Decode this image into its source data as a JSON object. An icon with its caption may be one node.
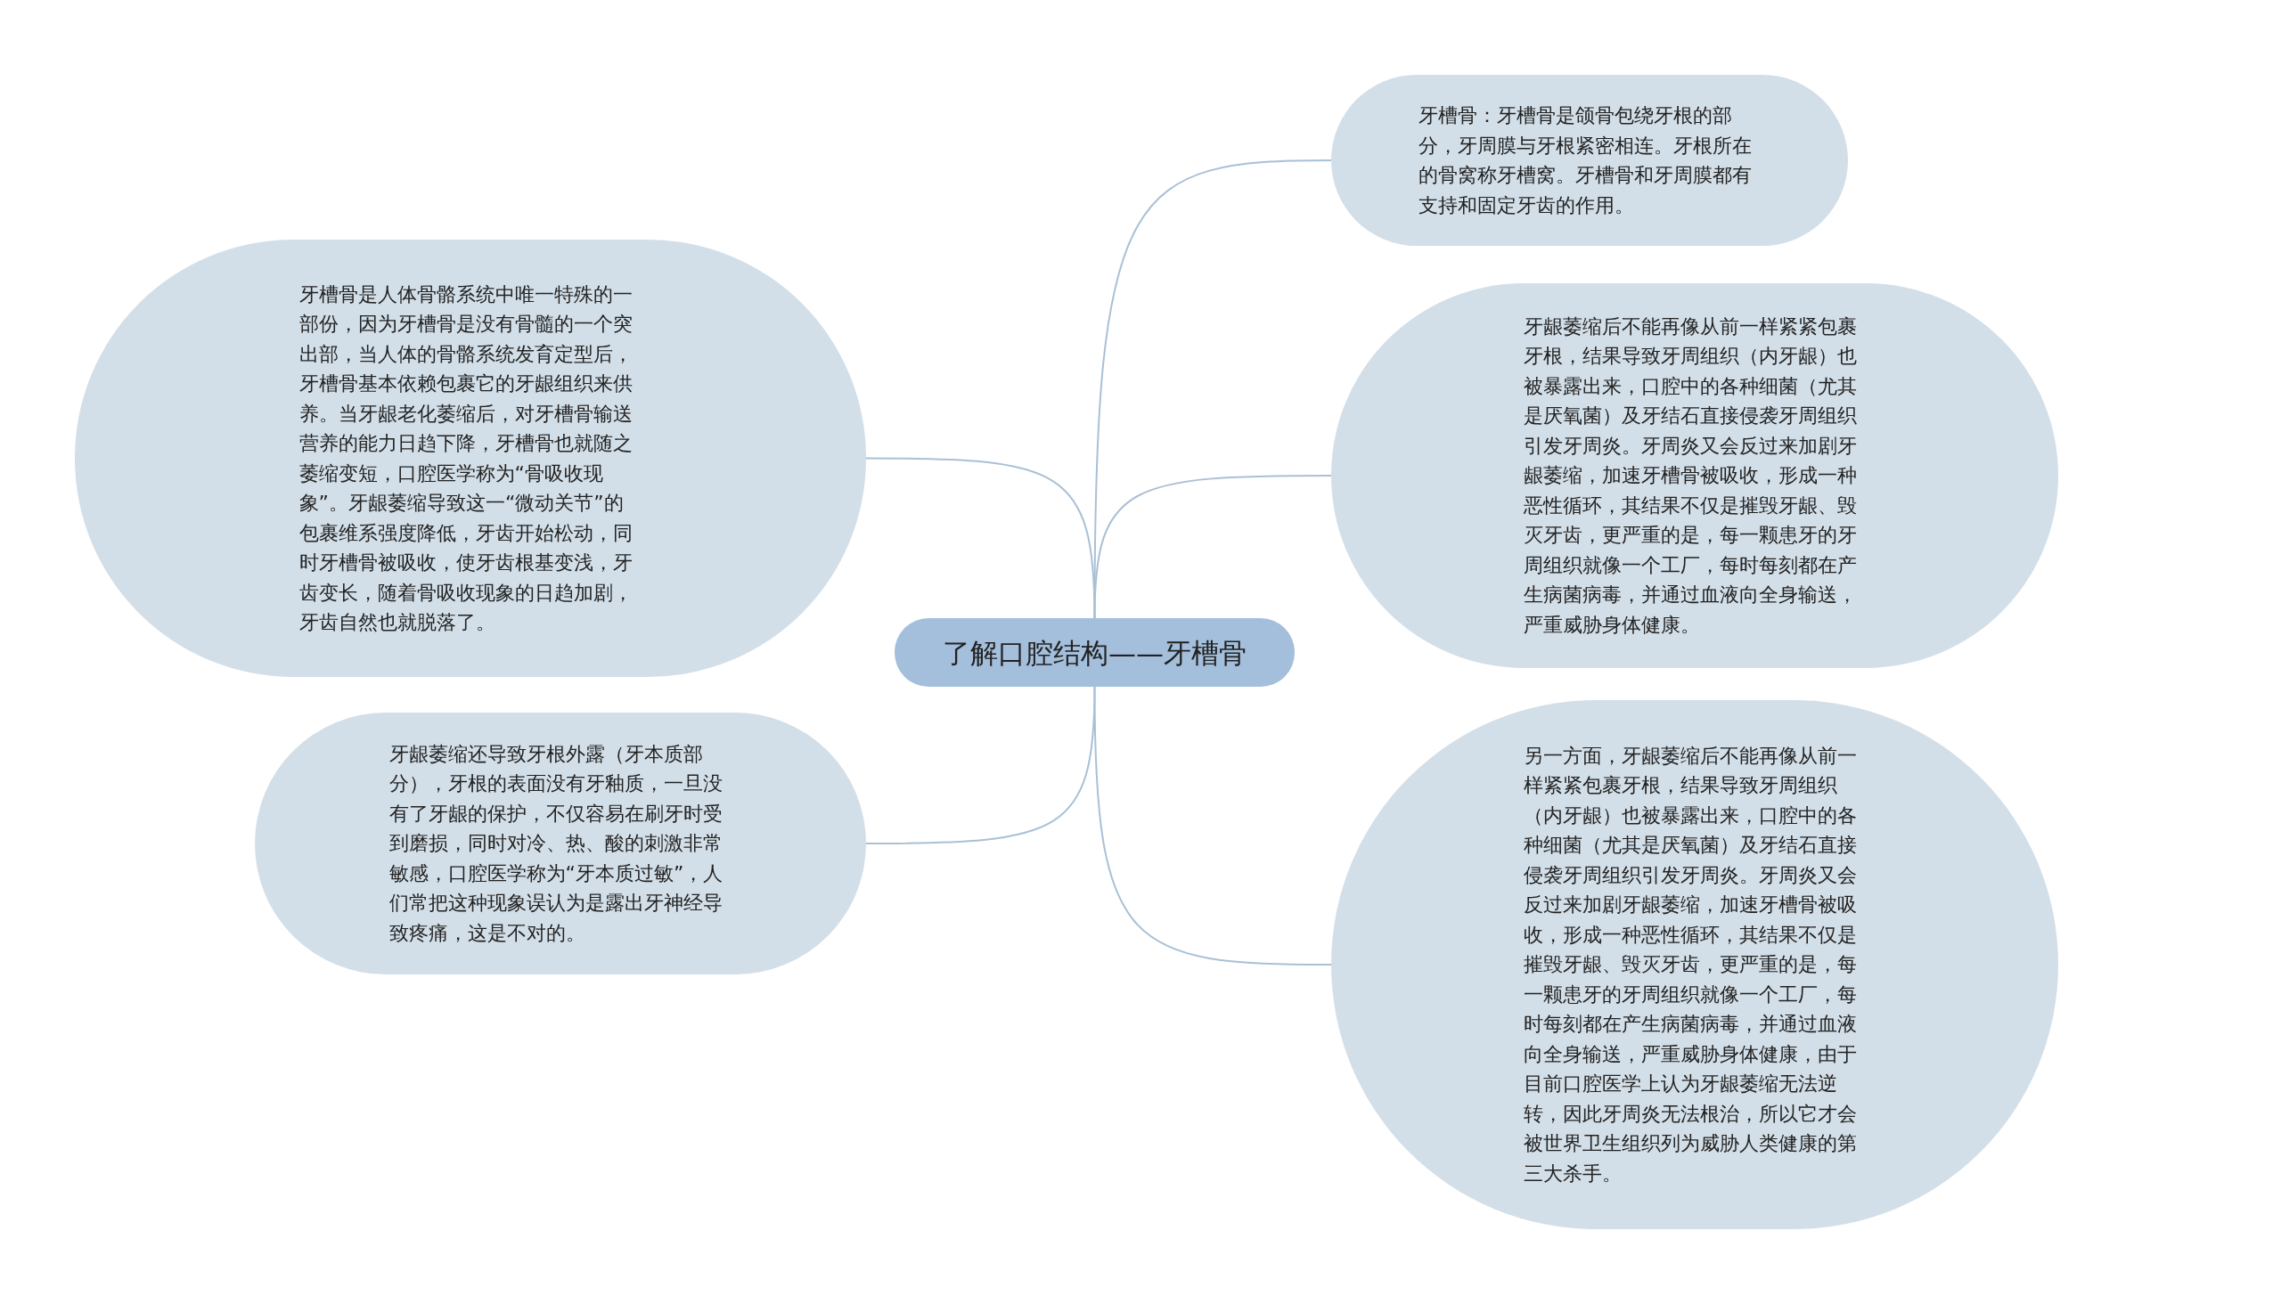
{
  "diagram": {
    "nodes": [
      {
        "text": [
          "了解口腔结构——牙槽骨"
        ]
      },
      {
        "text": [
          "牙槽骨：牙槽骨是颌骨包绕牙根的部分，牙周膜与牙根紧密相连。牙根所在的骨窝称牙槽窝。牙槽骨和牙周膜都有支持和固定牙齿的作用。"
        ]
      },
      {
        "text": [
          "牙槽骨是人体骨骼系统中唯一特殊的一部份，因为牙槽骨是没有骨髓的一个突出部，当人体的骨骼系统发育定型后，牙槽骨基本依赖包裹它的牙龈组织来供养。当牙龈老化萎缩后，对牙槽骨输送营养的能力日趋下降，牙槽骨也就随之萎缩变短，口腔医学称为“骨吸收现象”。牙龈萎缩导致这一“微动关节”的包裹维系强度降低，牙齿开始松动，同时牙槽骨被吸收，使牙齿根基变浅，牙齿变长，随着骨吸收现象的日趋加剧，牙齿自然也就脱落了。"
        ]
      },
      {
        "text": [
          "牙龈萎缩后不能再像从前一样紧紧包裹牙根，结果导致牙周组织（内牙龈）也被暴露出来，口腔中的各种细菌（尤其是厌氧菌）及牙结石直接侵袭牙周组织引发牙周炎。牙周炎又会反过来加剧牙龈萎缩，加速牙槽骨被吸收，形成一种恶性循环，其结果不仅是摧毁牙龈、毁灭牙齿，更严重的是，每一颗患牙的牙周组织就像一个工厂，每时每刻都在产生病菌病毒，并通过血液向全身输送，严重威胁身体健康。"
        ]
      },
      {
        "text": [
          "牙龈萎缩还导致牙根外露（牙本质部分），牙根的表面没有牙釉质，一旦没有了牙龈的保护，不仅容易在刷牙时受到磨损，同时对冷、热、酸的刺激非常敏感，口腔医学称为“牙本质过敏”，人们常把这种现象误认为是露出牙神经导致疼痛，这是不对的。"
        ]
      },
      {
        "text": [
          "另一方面，牙龈萎缩后不能再像从前一样紧紧包裹牙根，结果导致牙周组织（内牙龈）也被暴露出来，口腔中的各种细菌（尤其是厌氧菌）及牙结石直接侵袭牙周组织引发牙周炎。牙周炎又会反过来加剧牙龈萎缩，加速牙槽骨被吸收，形成一种恶性循环，其结果不仅是摧毁牙龈、毁灭牙齿，更严重的是，每一颗患牙的牙周组织就像一个工厂，每时每刻都在产生病菌病毒，并通过血液向全身输送，严重威胁身体健康，由于目前口腔医学上认为牙龈萎缩无法逆转，因此牙周炎无法根治，所以它才会被世界卫生组织列为威胁人类健康的第三大杀手。"
        ]
      }
    ],
    "edges": [
      {
        "from": 0,
        "to": 1,
        "arrow": "none"
      },
      {
        "from": 0,
        "to": 2,
        "arrow": "none"
      },
      {
        "from": 0,
        "to": 3,
        "arrow": "none"
      },
      {
        "from": 0,
        "to": 4,
        "arrow": "none"
      },
      {
        "from": 0,
        "to": 5,
        "arrow": "none"
      }
    ]
  }
}
